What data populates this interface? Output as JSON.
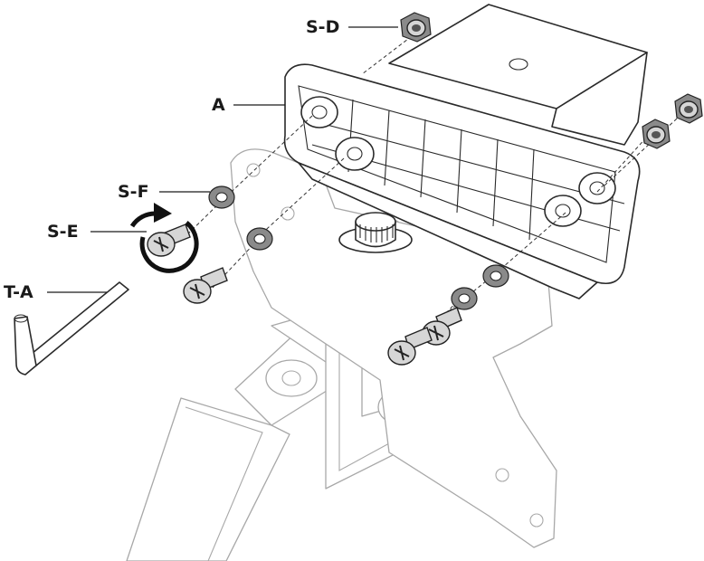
{
  "labels": {
    "sd": "S-D",
    "a": "A",
    "sf": "S-F",
    "se": "S-E",
    "ta": "T-A"
  },
  "colors": {
    "outline": "#2a2a2a",
    "background_part": "#a8a8a8",
    "hardware": "#8a8a8a",
    "label": "#1a1a1a"
  },
  "icons": {
    "rotation": "clockwise-rotation-arrow-icon"
  }
}
